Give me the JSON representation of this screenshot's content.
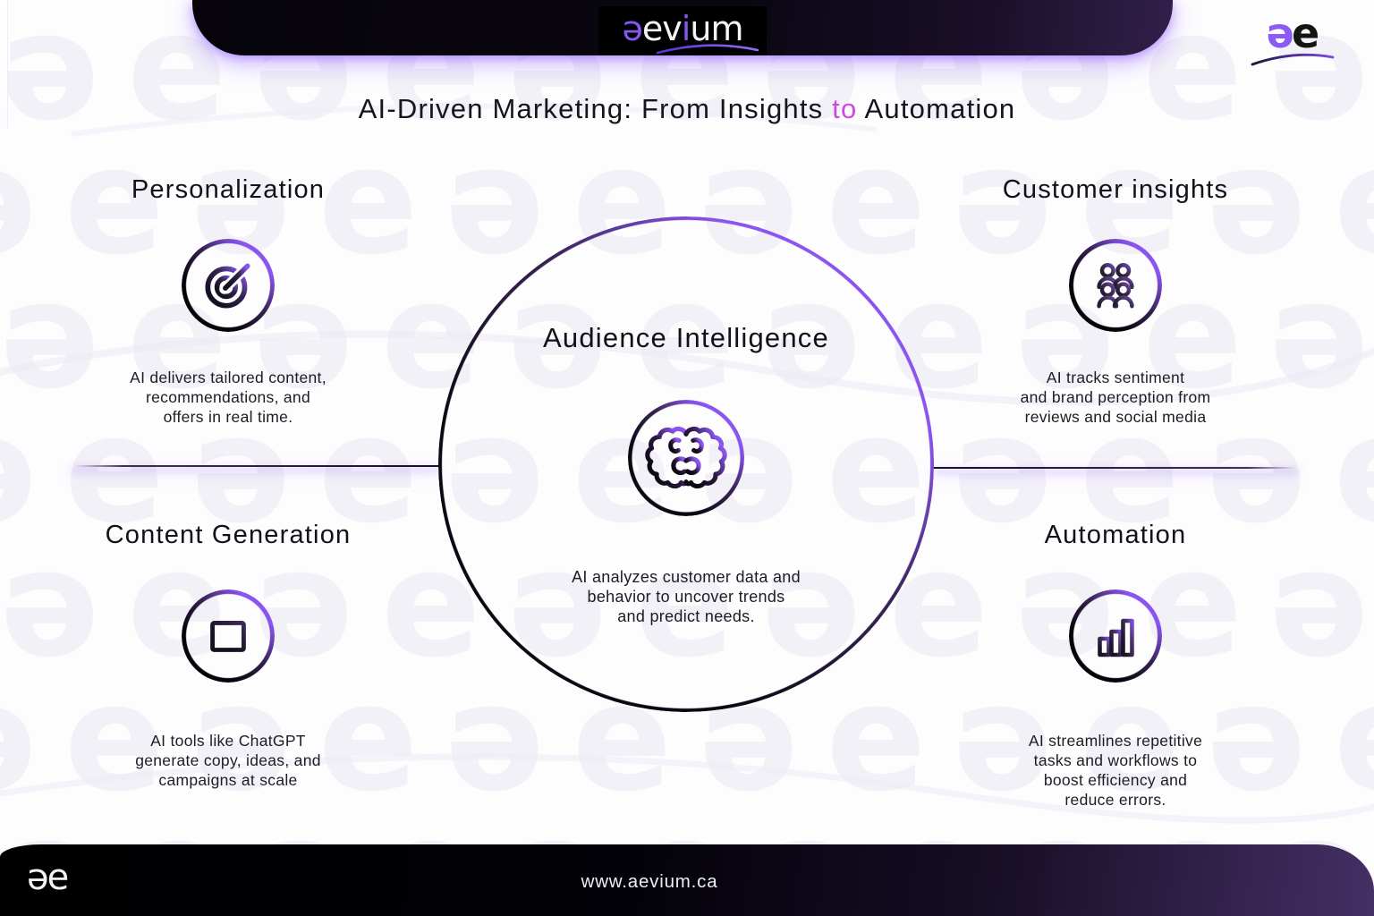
{
  "header": {
    "wordmark": {
      "a": "ə",
      "ev": "ev",
      "i": "i",
      "um": "um"
    }
  },
  "corner_logo": {
    "a": "ə",
    "e": "e"
  },
  "title": {
    "pre": "AI-Driven Marketing: From Insights ",
    "accent": "to",
    "post": " Automation"
  },
  "sections": [
    {
      "id": "personalization",
      "title": "Personalization",
      "icon": "target-icon",
      "body": "AI delivers tailored content,\nrecommendations, and\noffers in real time."
    },
    {
      "id": "customer-insights",
      "title": "Customer insights",
      "icon": "users-icon",
      "body": "AI tracks sentiment\nand brand perception from\nreviews and social media"
    },
    {
      "id": "content-generation",
      "title": "Content Generation",
      "icon": "document-icon",
      "body": "AI tools like ChatGPT\ngenerate copy, ideas, and\ncampaigns at scale"
    },
    {
      "id": "automation",
      "title": "Automation",
      "icon": "bar-chart-icon",
      "body": "AI streamlines repetitive\ntasks and workflows to\nboost efficiency and\nreduce errors."
    }
  ],
  "center": {
    "title": "Audience Intelligence",
    "icon": "brain-icon",
    "body": "AI analyzes customer data and\nbehavior to uncover trends\nand predict needs."
  },
  "footer": {
    "logo": "əe",
    "url": "www.aevium.ca"
  },
  "watermark": {
    "row": "əeəeəeəeəeəe"
  },
  "colors": {
    "accent_purple": "#8a54f0",
    "accent_magenta": "#cb4be0",
    "dark": "#0a0712"
  }
}
